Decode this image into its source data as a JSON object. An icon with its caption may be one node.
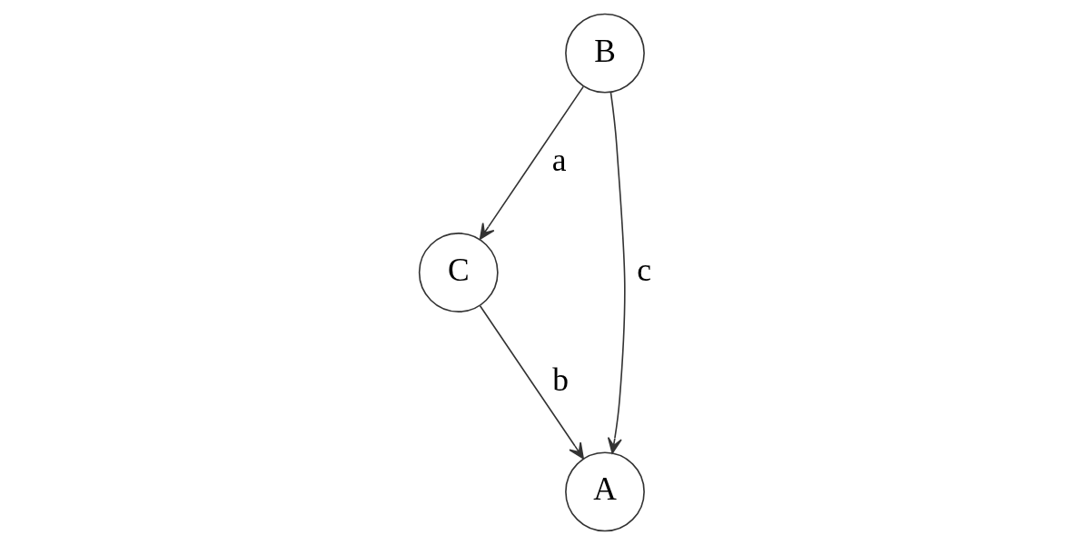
{
  "diagram": {
    "nodes": [
      {
        "text": [
          "B"
        ]
      },
      {
        "text": [
          "C"
        ]
      },
      {
        "text": [
          "A"
        ]
      }
    ],
    "edges": [
      {
        "from": 0,
        "to": 1,
        "arrow": "to",
        "label": "a"
      },
      {
        "from": 1,
        "to": 2,
        "arrow": "to",
        "label": "b"
      },
      {
        "from": 0,
        "to": 2,
        "arrow": "to",
        "label": "c"
      }
    ]
  }
}
